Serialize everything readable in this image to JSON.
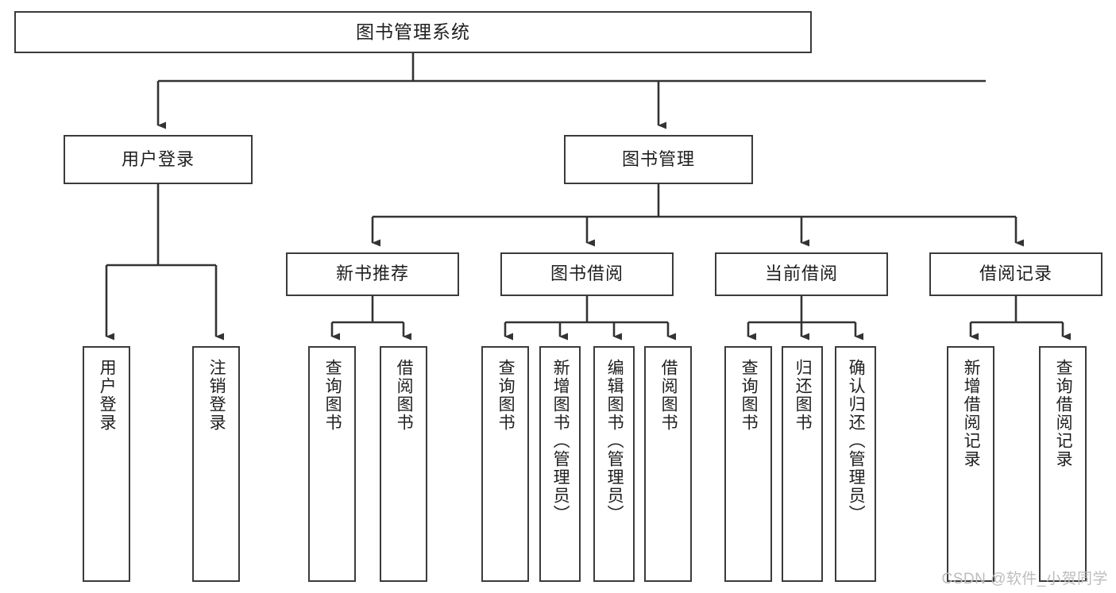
{
  "diagram": {
    "title": "图书管理系统",
    "type": "tree",
    "watermark": "CSDN @软件_小贺同学",
    "colors": {
      "box_border": "#3b3b3b",
      "box_fill": "#ffffff",
      "line": "#333333",
      "text": "#1f1f1f",
      "watermark": "#bdbdbd",
      "background": "#ffffff"
    },
    "levels": {
      "root": "图书管理系统",
      "level2": [
        "用户登录",
        "图书管理"
      ],
      "level3": [
        "新书推荐",
        "图书借阅",
        "当前借阅",
        "借阅记录"
      ]
    },
    "nodes": {
      "root": {
        "label": "图书管理系统"
      },
      "user_login": {
        "label": "用户登录"
      },
      "book_manage": {
        "label": "图书管理"
      },
      "new_book_rec": {
        "label": "新书推荐"
      },
      "book_borrow": {
        "label": "图书借阅"
      },
      "current_borrow": {
        "label": "当前借阅"
      },
      "borrow_record": {
        "label": "借阅记录"
      }
    },
    "leaves": {
      "user_login": [
        {
          "label": "用户登录"
        },
        {
          "label": "注销登录"
        }
      ],
      "new_book_rec": [
        {
          "label": "查询图书"
        },
        {
          "label": "借阅图书"
        }
      ],
      "book_borrow": [
        {
          "label": "查询图书"
        },
        {
          "label": "新增图书（管理员）"
        },
        {
          "label": "编辑图书（管理员）"
        },
        {
          "label": "借阅图书"
        }
      ],
      "current_borrow": [
        {
          "label": "查询图书"
        },
        {
          "label": "归还图书"
        },
        {
          "label": "确认归还（管理员）"
        }
      ],
      "borrow_record": [
        {
          "label": "新增借阅记录"
        },
        {
          "label": "查询借阅记录"
        }
      ]
    }
  }
}
